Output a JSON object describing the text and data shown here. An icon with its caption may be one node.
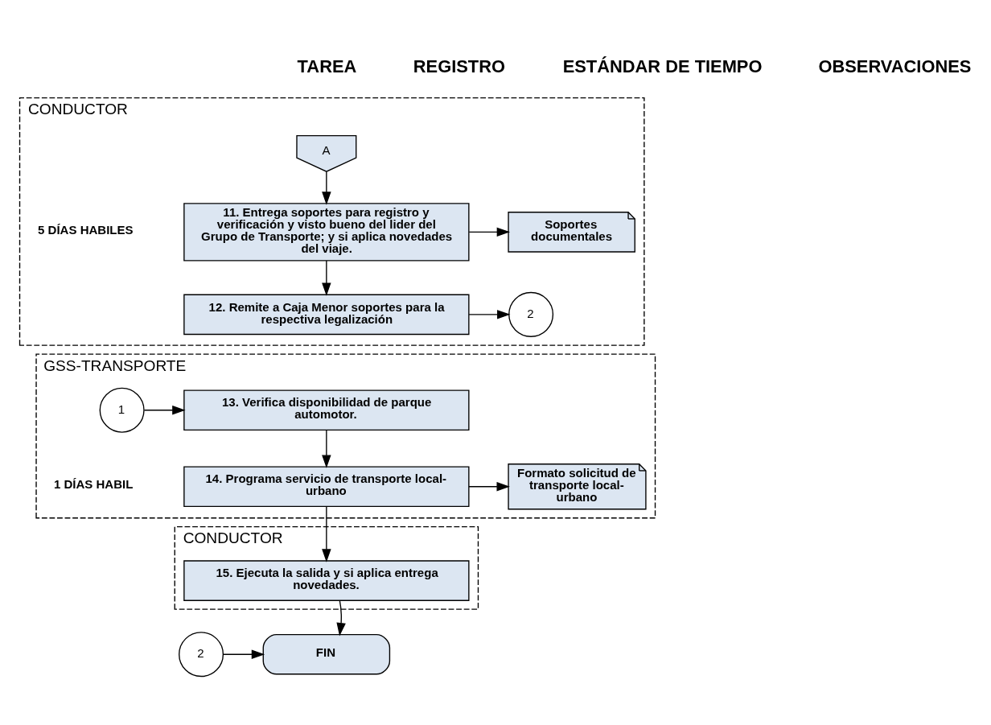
{
  "diagram": {
    "nodes": [
      {
        "text": [
          "CONDUCTOR"
        ]
      },
      {
        "text": [
          "A"
        ],
        "in": 0
      },
      {
        "text": [
          "11. Entrega soportes para registro y verificación y visto bueno del lider del Grupo de Transporte; y si aplica novedades del viaje."
        ],
        "in": 0
      },
      {
        "text": [
          "Soportes documentales"
        ],
        "in": 0
      },
      {
        "text": [
          "12. Remite a Caja Menor soportes para la respectiva legalización"
        ],
        "in": 0
      },
      {
        "text": [
          "2"
        ],
        "in": 0
      },
      {
        "text": [
          "GSS-TRANSPORTE"
        ]
      },
      {
        "text": [
          "13. Verifica disponibilidad de parque automotor."
        ],
        "in": 6
      },
      {
        "text": [
          "1"
        ],
        "in": 6
      },
      {
        "text": [
          "14. Programa servicio de transporte local-urbano"
        ],
        "in": 6
      },
      {
        "text": [
          "Formato solicitud de transporte local-urbano"
        ],
        "in": 6
      },
      {
        "text": [
          "CONDUCTOR"
        ]
      },
      {
        "text": [
          "15. Ejecuta la salida y si aplica entrega novedades."
        ],
        "in": 11
      },
      {
        "text": [
          "FIN"
        ]
      },
      {
        "text": [
          "2"
        ]
      }
    ],
    "edges": [
      {
        "from": 1,
        "to": 2,
        "arrow": "to"
      },
      {
        "from": 2,
        "to": 3,
        "arrow": "to"
      },
      {
        "from": 2,
        "to": 4,
        "arrow": "to"
      },
      {
        "from": 4,
        "to": 5,
        "arrow": "to"
      },
      {
        "from": 8,
        "to": 7,
        "arrow": "to"
      },
      {
        "from": 7,
        "to": 9,
        "arrow": "to"
      },
      {
        "from": 9,
        "to": 10,
        "arrow": "to"
      },
      {
        "from": 9,
        "to": 12,
        "arrow": "to"
      },
      {
        "from": 12,
        "to": 13,
        "arrow": "to"
      },
      {
        "from": 14,
        "to": 13,
        "arrow": "to"
      }
    ],
    "labels": [
      "TAREA",
      "REGISTRO",
      "ESTÁNDAR DE TIEMPO",
      "OBSERVACIONES",
      "5 DÍAS HABILES",
      "1 DÍAS HABIL"
    ]
  }
}
